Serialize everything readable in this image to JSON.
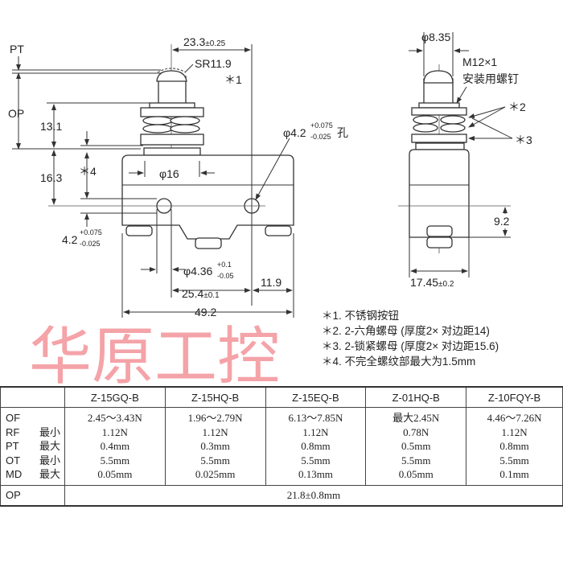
{
  "watermark": "华原工控",
  "left_view": {
    "pt": "PT",
    "op": "OP",
    "dim_13_1": "13.1",
    "dim_16_3": "16.3",
    "note4_mark": "＊4",
    "dim_23_3": "23.3",
    "dim_23_3_tol": "±0.25",
    "sr": "SR11.9",
    "note1_mark": "＊1",
    "phi16": "φ16",
    "phi4_2": "φ4.2",
    "phi4_2_tol_plus": "+0.075",
    "phi4_2_tol_minus": "-0.025",
    "hole_label": "孔",
    "dim_4_2": "4.2",
    "dim_4_2_tol_plus": "+0.075",
    "dim_4_2_tol_minus": "-0.025",
    "phi4_36": "φ4.36",
    "phi4_36_tol_plus": "+0.1",
    "phi4_36_tol_minus": "-0.05",
    "dim_25_4": "25.4",
    "dim_25_4_tol": "±0.1",
    "dim_11_9": "11.9",
    "dim_49_2": "49.2"
  },
  "right_view": {
    "phi8_35": "φ8.35",
    "thread": "M12×1",
    "thread_desc": "安装用螺钉",
    "note2_mark": "＊2",
    "note3_mark": "＊3",
    "dim_9_2": "9.2",
    "dim_17_45": "17.45",
    "dim_17_45_tol": "±0.2"
  },
  "notes": [
    "＊1. 不锈钢按钮",
    "＊2. 2-六角螺母 (厚度2× 对边距14)",
    "＊3. 2-锁紧螺母 (厚度2× 对边距15.6)",
    "＊4. 不完全螺纹部最大为1.5mm"
  ],
  "table": {
    "columns": [
      "Z-15GQ-B",
      "Z-15HQ-B",
      "Z-15EQ-B",
      "Z-01HQ-B",
      "Z-10FQY-B"
    ],
    "rows": [
      {
        "param": "OF",
        "qual": "",
        "values": [
          "2.45～3.43N",
          "1.96～2.79N",
          "6.13～7.85N",
          "最大2.45N",
          "4.46～7.26N"
        ]
      },
      {
        "param": "RF",
        "qual": "最小",
        "values": [
          "1.12N",
          "1.12N",
          "1.12N",
          "0.78N",
          "1.12N"
        ]
      },
      {
        "param": "PT",
        "qual": "最大",
        "values": [
          "0.4mm",
          "0.3mm",
          "0.8mm",
          "0.5mm",
          "0.8mm"
        ]
      },
      {
        "param": "OT",
        "qual": "最小",
        "values": [
          "5.5mm",
          "5.5mm",
          "5.5mm",
          "5.5mm",
          "5.5mm"
        ]
      },
      {
        "param": "MD",
        "qual": "最大",
        "values": [
          "0.05mm",
          "0.025mm",
          "0.13mm",
          "0.05mm",
          "0.1mm"
        ]
      }
    ],
    "op_label": "OP",
    "op_value": "21.8±0.8mm"
  }
}
